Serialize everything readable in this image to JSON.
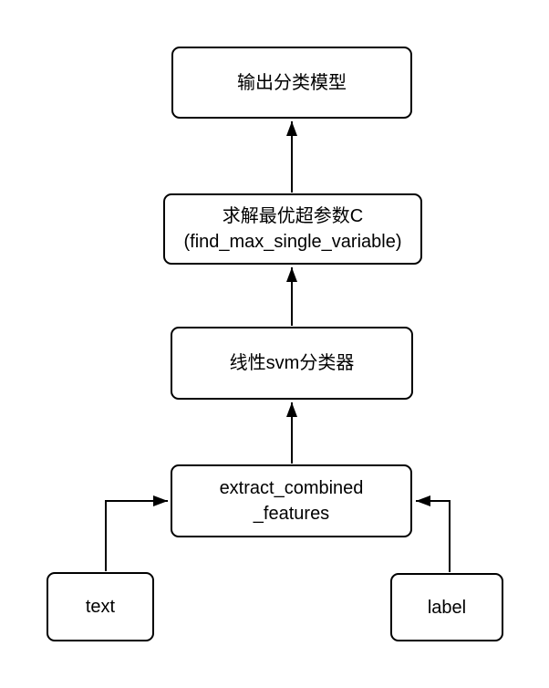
{
  "diagram": {
    "background_color": "#ffffff",
    "stroke_color": "#000000",
    "text_color": "#000000",
    "nodes": [
      {
        "id": "output-model",
        "lines": [
          "输出分类模型"
        ]
      },
      {
        "id": "solve-hyperparameter",
        "lines": [
          "求解最优超参数C",
          "(find_max_single_variable)"
        ]
      },
      {
        "id": "linear-svm",
        "lines": [
          "线性svm分类器"
        ]
      },
      {
        "id": "extract-features",
        "lines": [
          "extract_combined",
          "_features"
        ]
      },
      {
        "id": "text-input",
        "lines": [
          "text"
        ]
      },
      {
        "id": "label-input",
        "lines": [
          "label"
        ]
      }
    ],
    "edges": [
      {
        "from": "solve-hyperparameter",
        "to": "output-model"
      },
      {
        "from": "linear-svm",
        "to": "solve-hyperparameter"
      },
      {
        "from": "extract-features",
        "to": "linear-svm"
      },
      {
        "from": "text-input",
        "to": "extract-features"
      },
      {
        "from": "label-input",
        "to": "extract-features"
      }
    ]
  }
}
